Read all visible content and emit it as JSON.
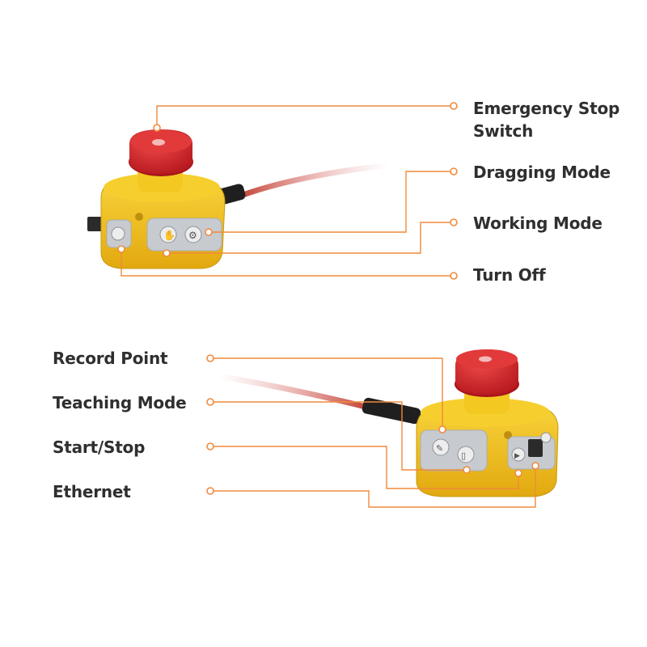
{
  "accent_color": "#f08a3c",
  "device_colors": {
    "housing": "#f2c21b",
    "mushroom_button": "#d6232a",
    "cable_jacket": "#d94a4a",
    "panel": "#c7cbd0"
  },
  "callouts": [
    {
      "id": "emergency-stop",
      "text_lines": [
        "Emergency Stop",
        "Switch"
      ]
    },
    {
      "id": "dragging-mode",
      "text_lines": [
        "Dragging Mode"
      ]
    },
    {
      "id": "working-mode",
      "text_lines": [
        "Working Mode"
      ]
    },
    {
      "id": "turn-off",
      "text_lines": [
        "Turn Off"
      ]
    },
    {
      "id": "record-point",
      "text_lines": [
        "Record Point"
      ]
    },
    {
      "id": "teaching-mode",
      "text_lines": [
        "Teaching Mode"
      ]
    },
    {
      "id": "start-stop",
      "text_lines": [
        "Start/Stop"
      ]
    },
    {
      "id": "ethernet",
      "text_lines": [
        "Ethernet"
      ]
    }
  ]
}
